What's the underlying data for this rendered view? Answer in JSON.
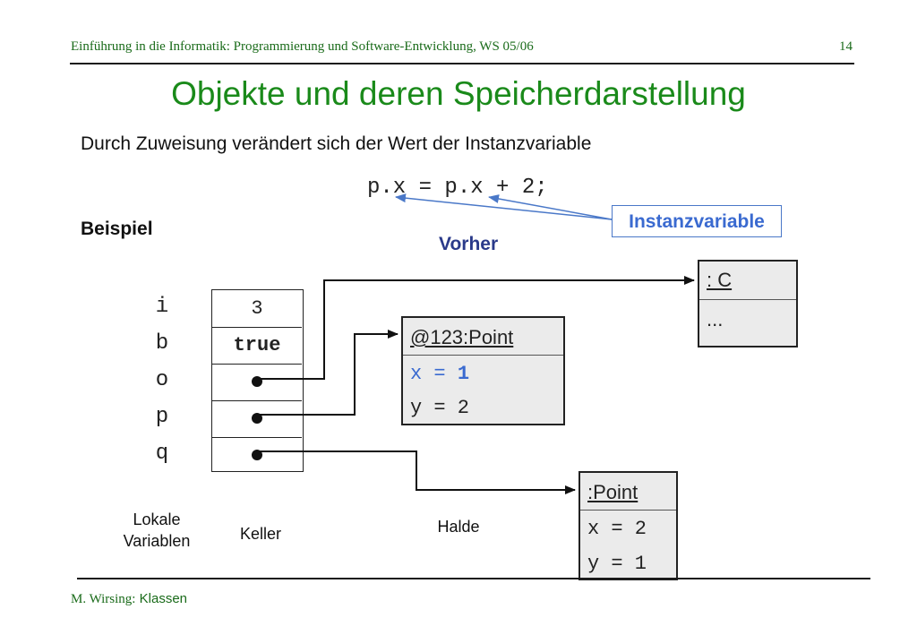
{
  "header": {
    "course": "Einführung in die Informatik: Programmierung und Software-Entwicklung, WS 05/06",
    "page": "14"
  },
  "slide": {
    "title": "Objekte und deren Speicherdarstellung",
    "subtitle": "Durch Zuweisung verändert sich der Wert der Instanzvariable",
    "code": "p.x = p.x + 2;",
    "example_label": "Beispiel",
    "instance_var_label": "Instanzvariable",
    "state_label": "Vorher"
  },
  "stack": {
    "vars": [
      "i",
      "b",
      "o",
      "p",
      "q"
    ],
    "values": [
      "3",
      "true",
      "",
      "",
      ""
    ]
  },
  "objects": {
    "c": {
      "head": ": C",
      "body": "..."
    },
    "point123": {
      "head": "@123:Point",
      "x_label": "x =",
      "x_value": "1",
      "y": "y = 2"
    },
    "point": {
      "head": ":Point",
      "x": "x = 2",
      "y": "y = 1"
    }
  },
  "captions": {
    "locals": "Lokale Variablen",
    "stack": "Keller",
    "heap": "Halde"
  },
  "footer": {
    "author": "M. Wirsing:",
    "topic": "Klassen"
  },
  "colors": {
    "title": "#1a8a1a",
    "accent_blue": "#3a6ad0",
    "header": "#1a6b1a"
  }
}
